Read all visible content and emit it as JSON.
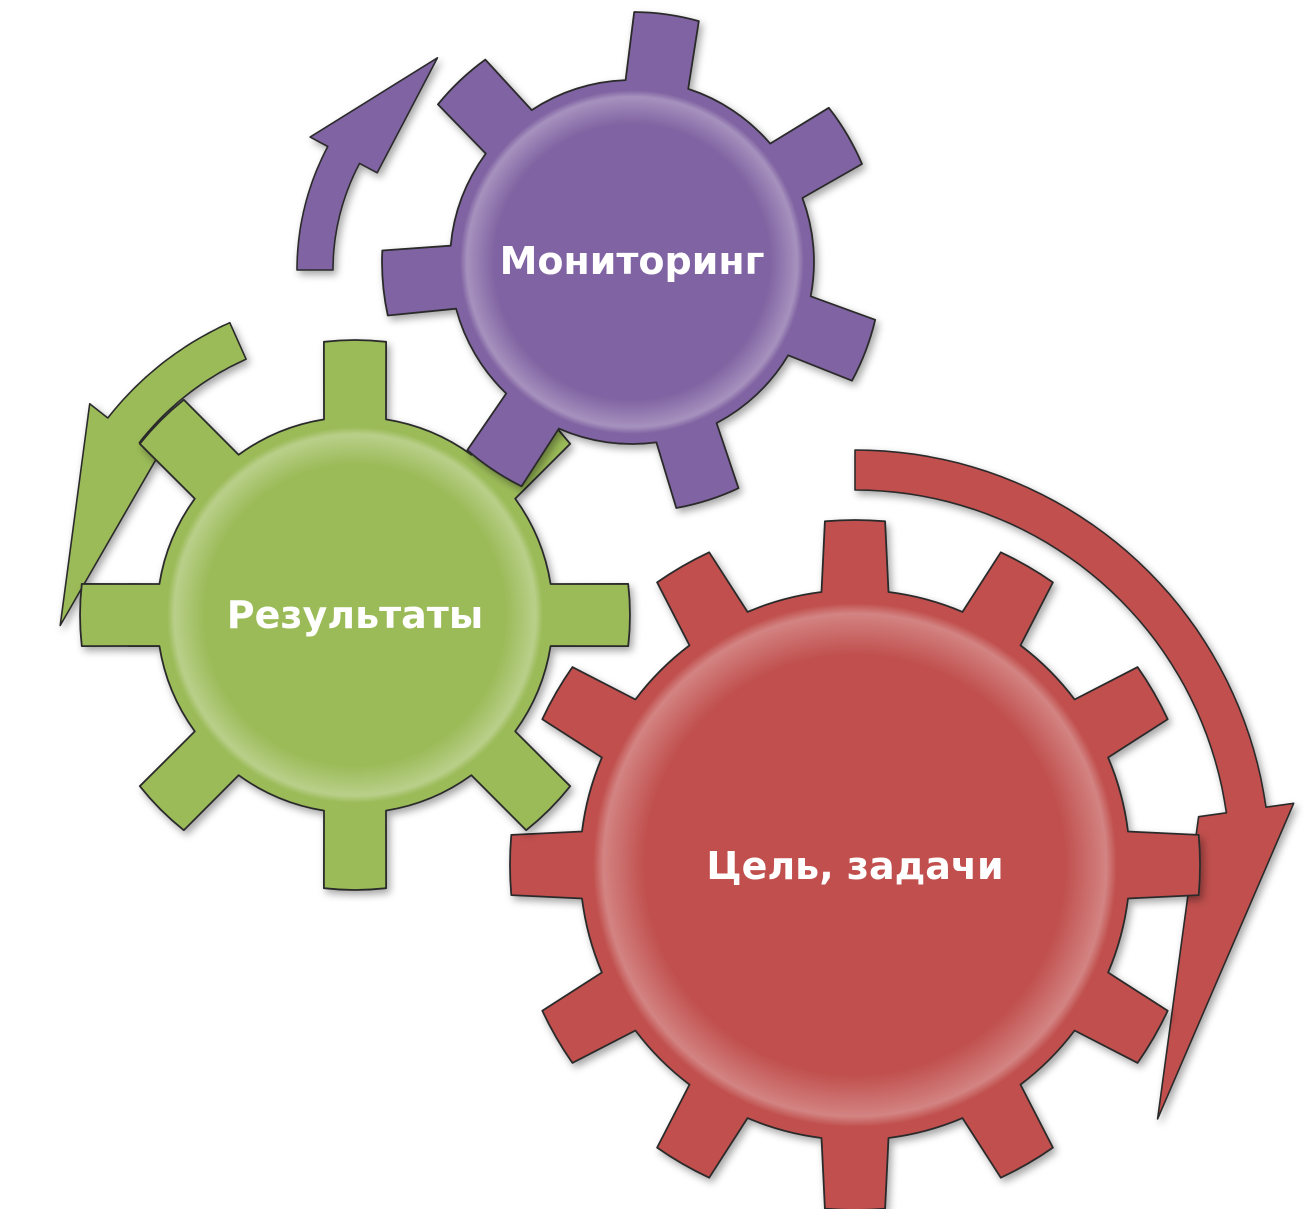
{
  "diagram": {
    "gears": [
      {
        "id": "monitoring",
        "label": "Мониторинг",
        "color": "#8064a2"
      },
      {
        "id": "results",
        "label": "Результаты",
        "color": "#9bbb59"
      },
      {
        "id": "goals",
        "label": "Цель, задачи",
        "color": "#c0504d"
      }
    ],
    "arrows": [
      {
        "id": "purple",
        "color": "#8064a2"
      },
      {
        "id": "green",
        "color": "#9bbb59"
      },
      {
        "id": "red",
        "color": "#c0504d"
      }
    ]
  }
}
